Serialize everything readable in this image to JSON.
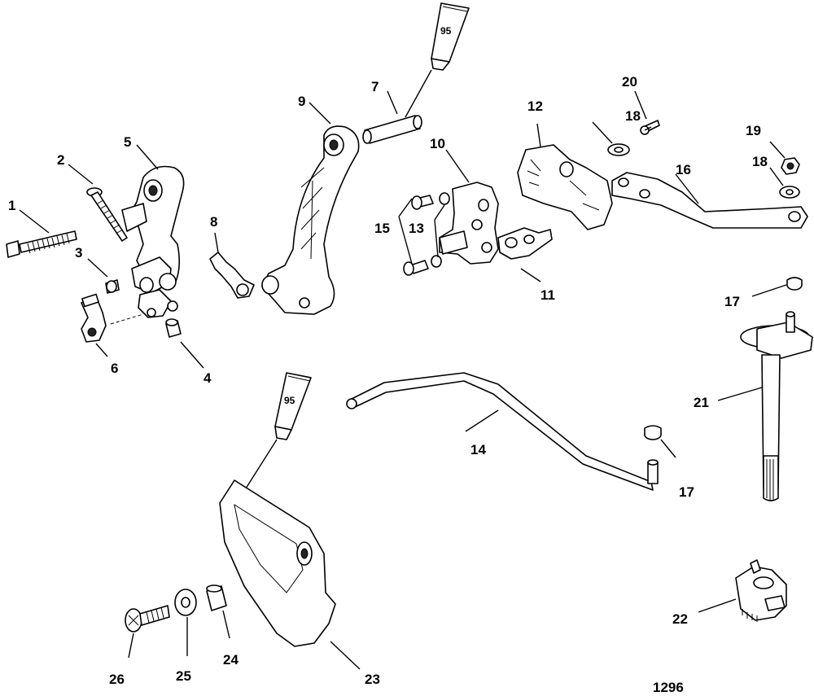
{
  "figure_number": "1296",
  "tube_label": "95",
  "callouts": [
    "1",
    "2",
    "3",
    "4",
    "5",
    "6",
    "7",
    "8",
    "9",
    "10",
    "11",
    "12",
    "13",
    "15",
    "14",
    "16",
    "17",
    "18",
    "19",
    "20",
    "21",
    "22",
    "23",
    "24",
    "25",
    "26"
  ],
  "callouts_extra": {
    "repeat_18": "18",
    "repeat_17": "17"
  }
}
